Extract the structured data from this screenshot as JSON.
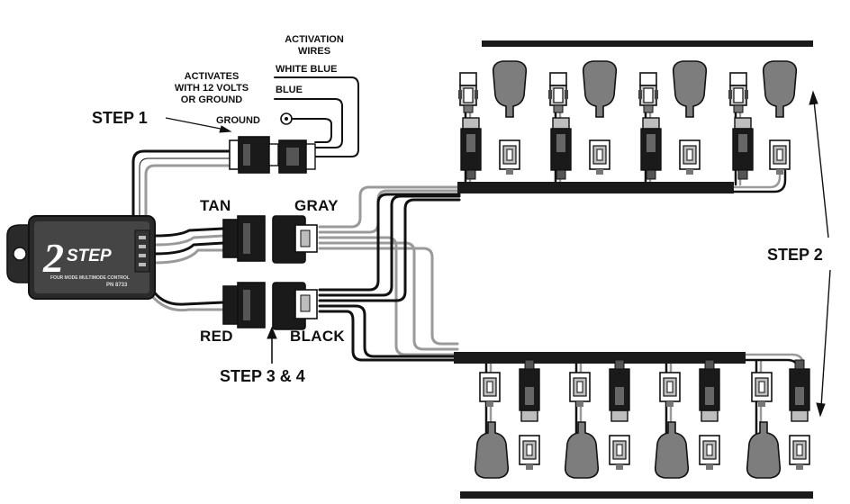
{
  "labels": {
    "activation_wires_line1": "ACTIVATION",
    "activation_wires_line2": "WIRES",
    "activates_line1": "ACTIVATES",
    "activates_line2": "WITH 12 VOLTS",
    "activates_line3": "OR GROUND",
    "white_blue": "WHITE BLUE",
    "blue": "BLUE",
    "ground": "GROUND",
    "step1": "STEP 1",
    "step2": "STEP 2",
    "step34": "STEP 3 & 4",
    "tan": "TAN",
    "gray": "GRAY",
    "red": "RED",
    "black": "BLACK"
  },
  "module": {
    "brand_number": "2",
    "brand_word": "STEP",
    "tagline": "FOUR MODE MULTIMODE CONTROL",
    "part_number": "PN 8733"
  },
  "colors": {
    "wire_black": "#111111",
    "wire_gray": "#9a9a9a",
    "connector_dark": "#1a1a1a",
    "boot_gray": "#7d7d7d",
    "module_body": "#2a2a2a",
    "module_face": "#454545"
  }
}
